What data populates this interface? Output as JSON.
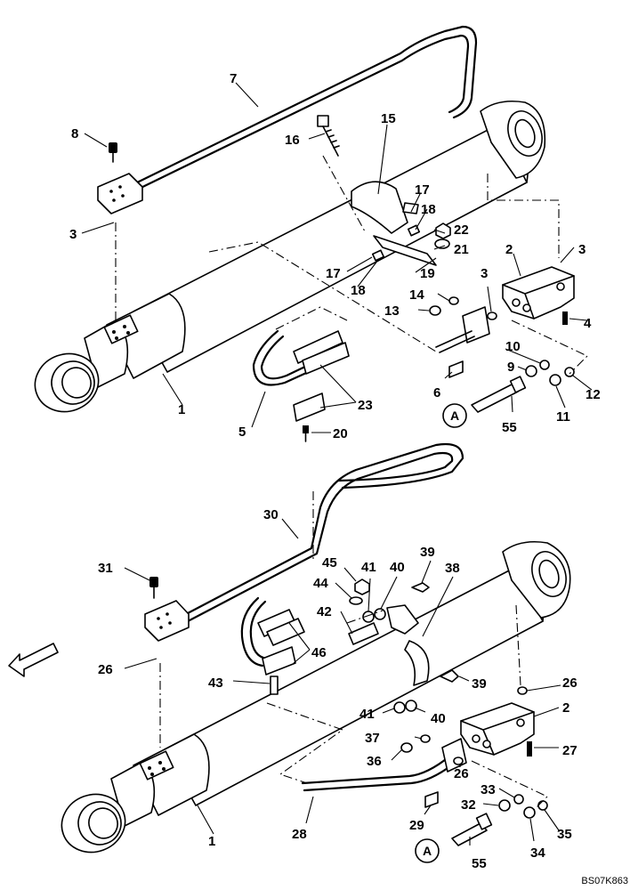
{
  "diagram": {
    "reference_code": "BS07K863",
    "connector_label": "A",
    "upper_callouts": [
      "1",
      "2",
      "3",
      "3",
      "3",
      "4",
      "5",
      "6",
      "7",
      "8",
      "9",
      "10",
      "11",
      "12",
      "13",
      "14",
      "15",
      "16",
      "17",
      "17",
      "18",
      "18",
      "19",
      "20",
      "21",
      "22",
      "23",
      "55"
    ],
    "lower_callouts": [
      "1",
      "2",
      "26",
      "26",
      "26",
      "27",
      "28",
      "29",
      "30",
      "31",
      "32",
      "33",
      "34",
      "35",
      "36",
      "37",
      "38",
      "39",
      "39",
      "40",
      "40",
      "41",
      "41",
      "42",
      "43",
      "44",
      "45",
      "46",
      "55"
    ]
  }
}
